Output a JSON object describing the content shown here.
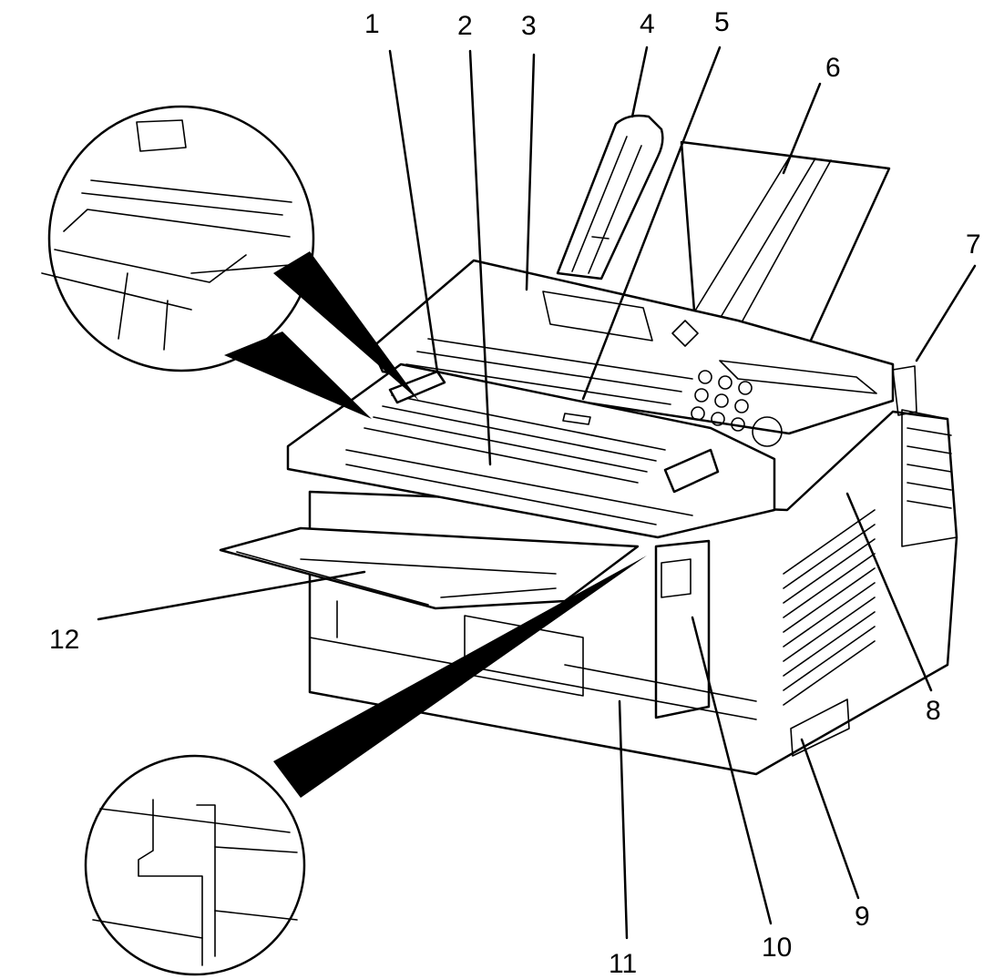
{
  "diagram": {
    "callouts": [
      {
        "id": "1",
        "label": "1"
      },
      {
        "id": "2",
        "label": "2"
      },
      {
        "id": "3",
        "label": "3"
      },
      {
        "id": "4",
        "label": "4"
      },
      {
        "id": "5",
        "label": "5"
      },
      {
        "id": "6",
        "label": "6"
      },
      {
        "id": "7",
        "label": "7"
      },
      {
        "id": "8",
        "label": "8"
      },
      {
        "id": "9",
        "label": "9"
      },
      {
        "id": "10",
        "label": "10"
      },
      {
        "id": "11",
        "label": "11"
      },
      {
        "id": "12",
        "label": "12"
      }
    ],
    "insets": [
      "tray-detail",
      "latch-detail"
    ]
  }
}
